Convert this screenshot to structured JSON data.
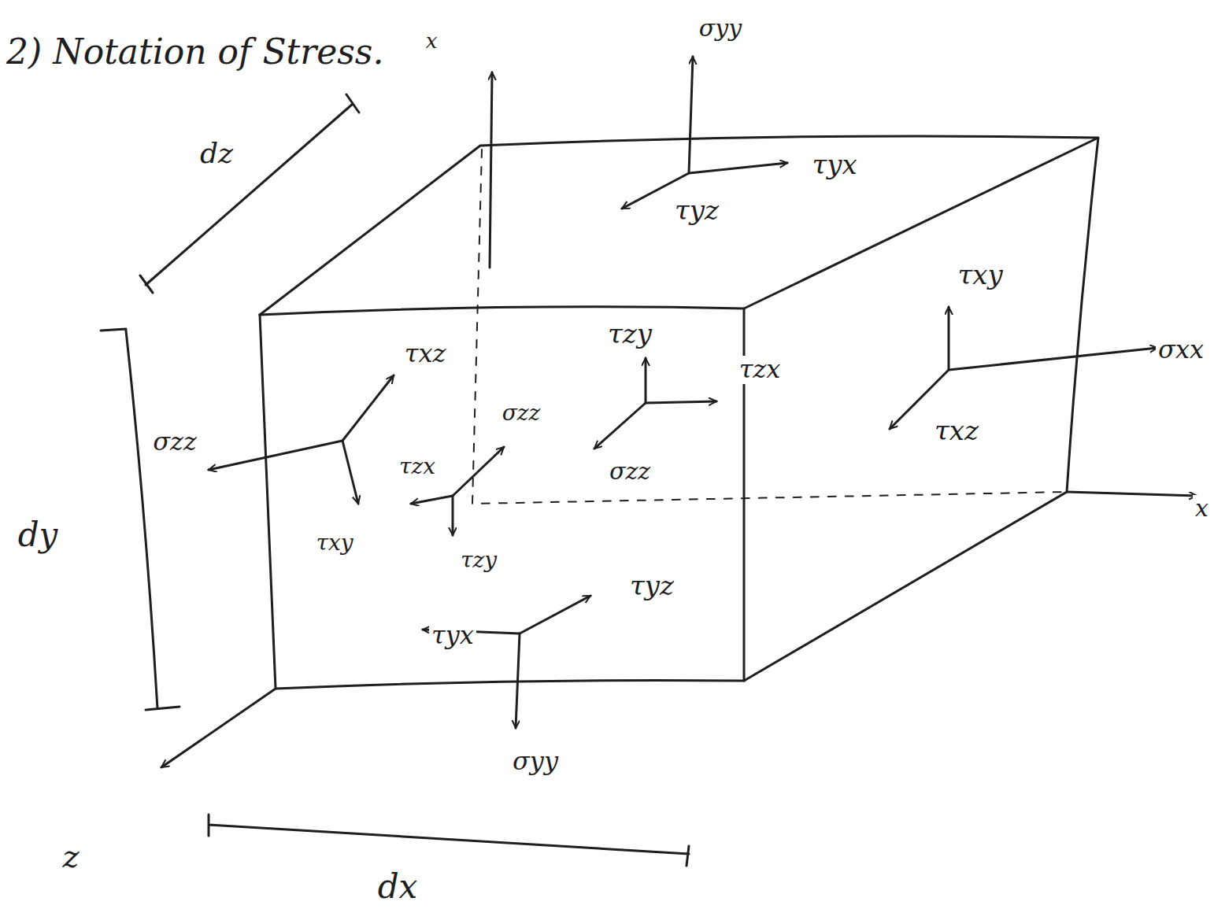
{
  "diagram": {
    "title": "2) Notation of Stress.",
    "labels": [
      "x",
      "dz",
      "σyy",
      "τyx",
      "τyz",
      "τxy",
      "σxx",
      "τxz",
      "τxz",
      "σzz",
      "τzy",
      "τzx",
      "σzz",
      "τzx",
      "σzz",
      "τxy",
      "τzy",
      "τyz",
      "τyx",
      "σyy",
      "dy",
      "dx",
      "z",
      "x"
    ]
  }
}
